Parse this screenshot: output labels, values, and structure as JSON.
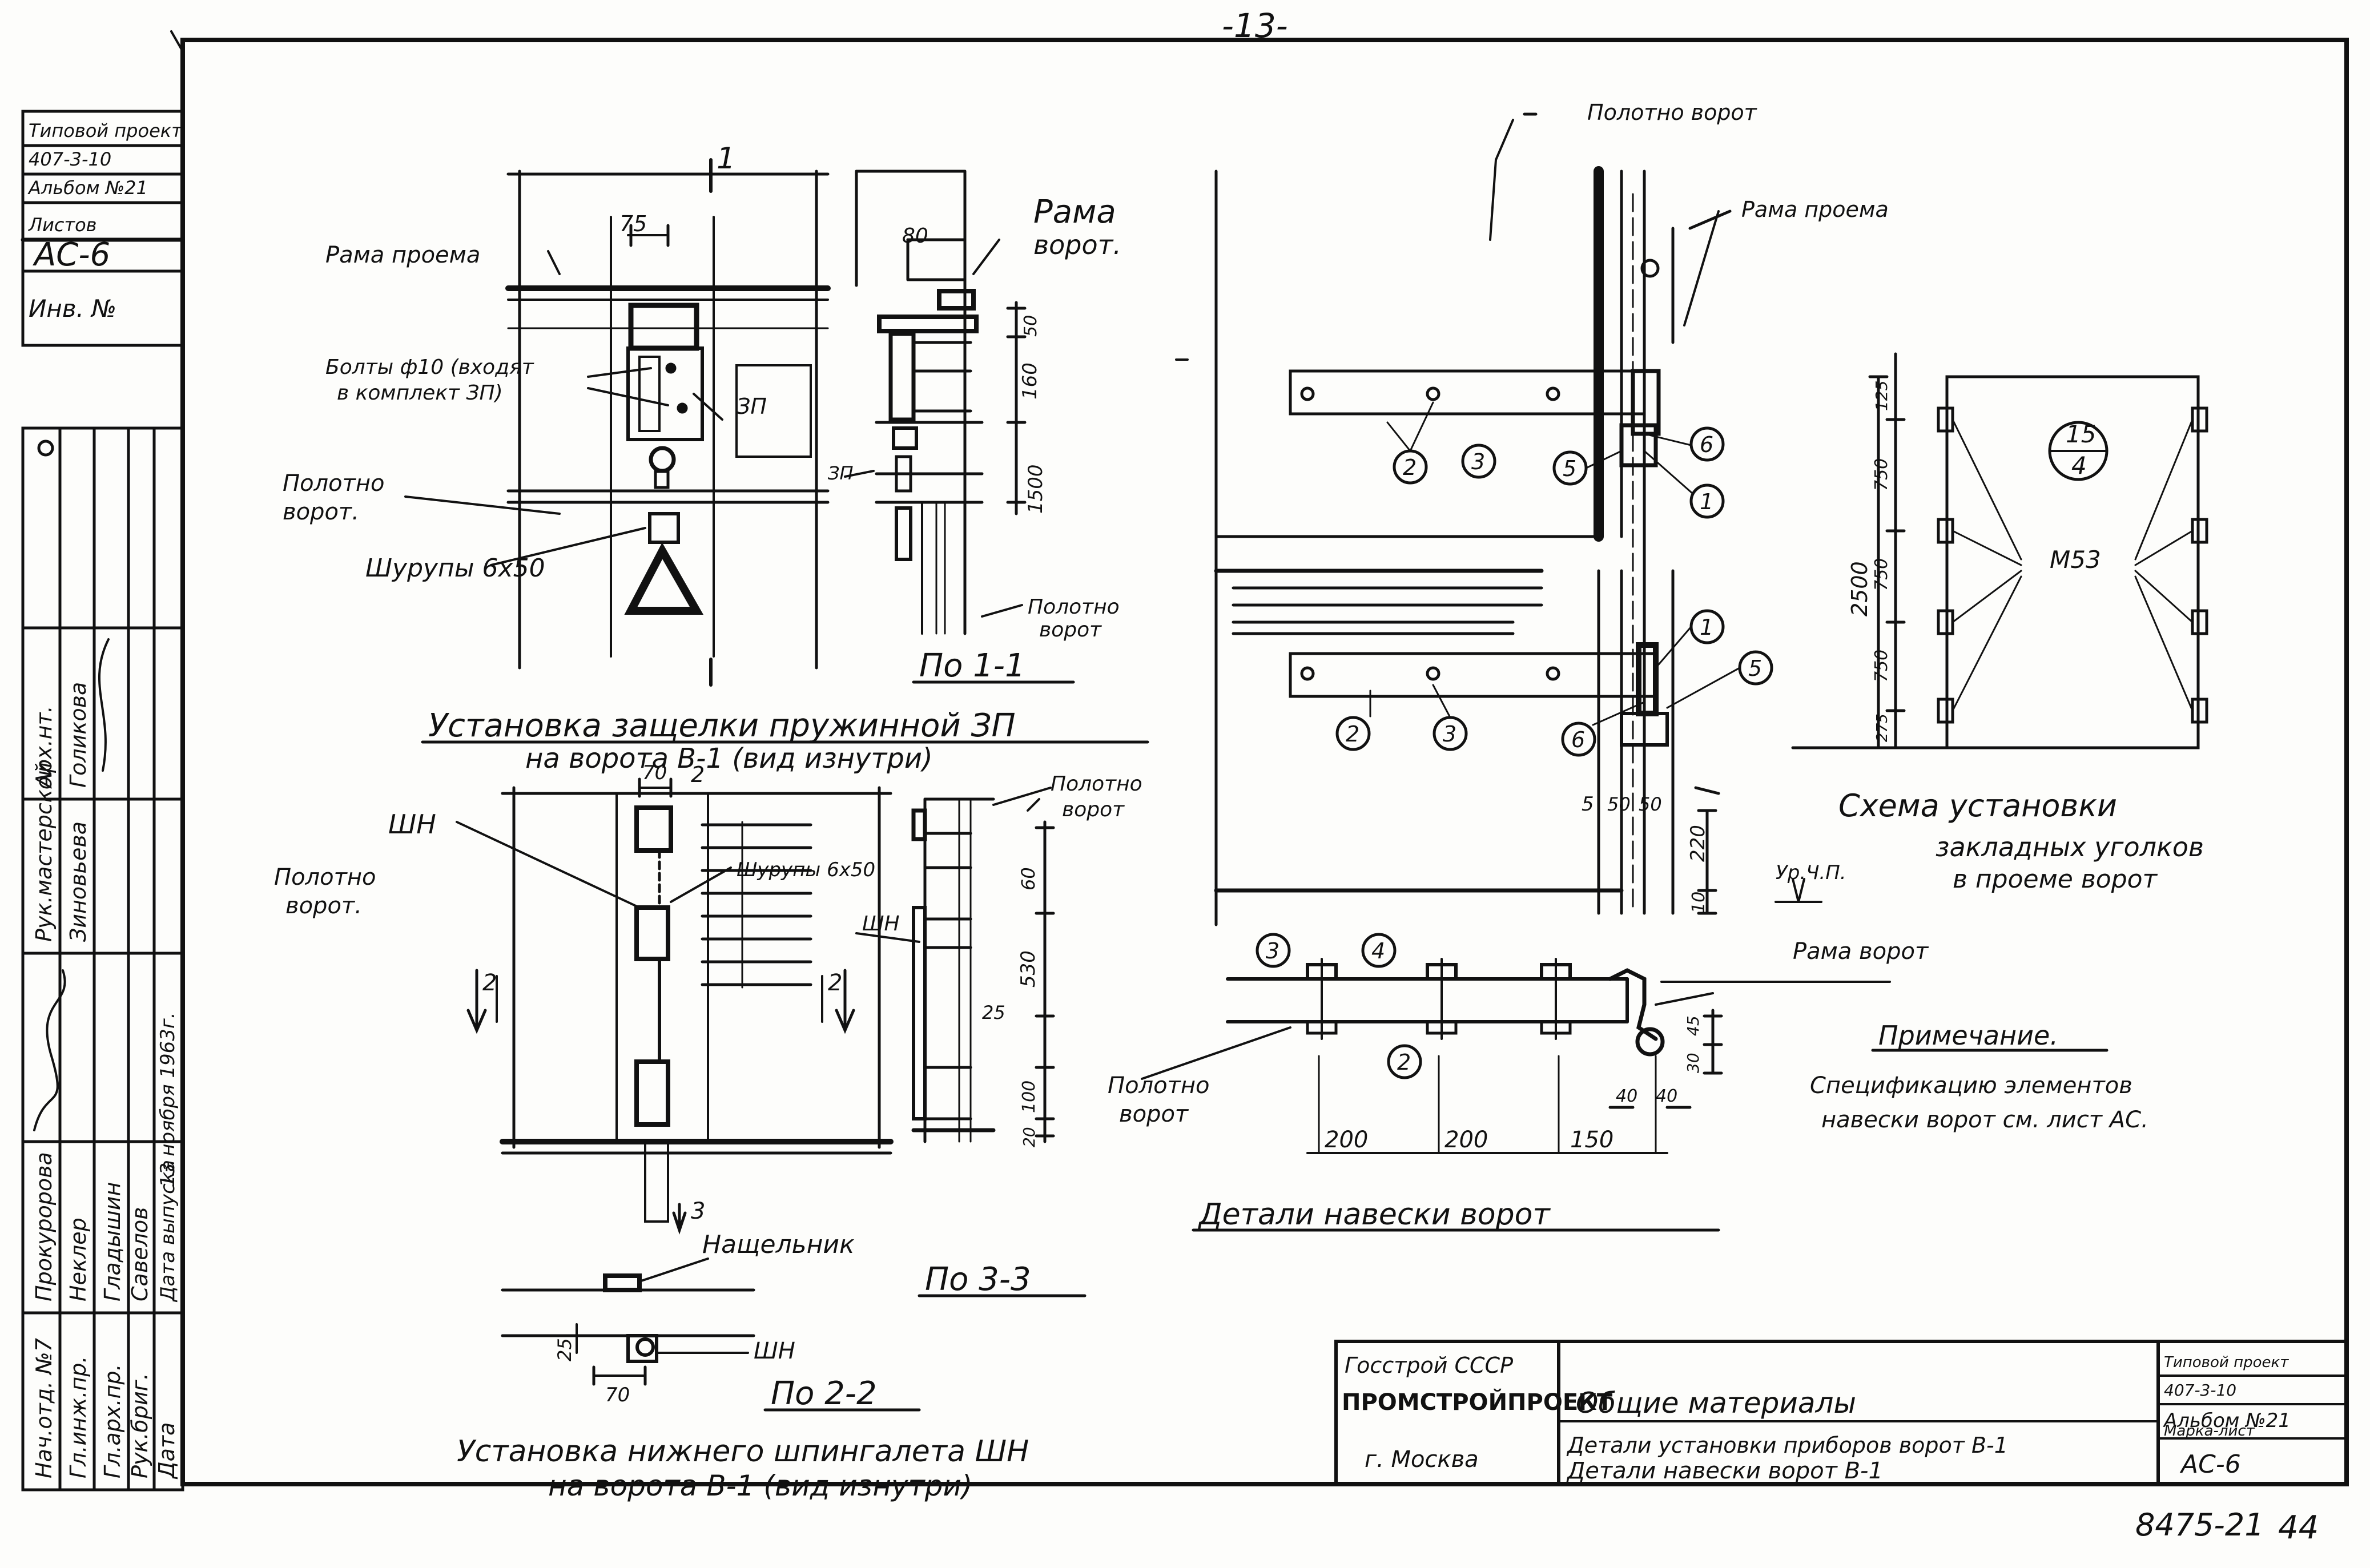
{
  "page_number": "-13-",
  "side_stamp": {
    "rows": [
      "Типовой проект",
      "407-3-10",
      "Альбом №21",
      "Листов",
      "АС-6",
      "Инв. №"
    ],
    "names": [
      "Нач.отд. №7",
      "Гл.инж.пр.",
      "Гл.арх.пр.",
      "Рук.бриг.",
      "Дата"
    ],
    "persons": [
      "Прокуророва",
      "Неклер",
      "Гладышин",
      "Савелов",
      "Дата выпуска"
    ],
    "extra": [
      "Рук.мастерской",
      "Зиновьева",
      "Арх.нт.",
      "Голикова",
      "13 ноября 1963г."
    ]
  },
  "views": {
    "v1": {
      "title": "Установка защелки пружинной ЗП",
      "subtitle": "на ворота В-1 (вид изнутри)",
      "labels": {
        "frame": "Рама проема",
        "bolts": "Болты ф10 (входят",
        "bolts2": "в комплект ЗП)",
        "zp": "ЗП",
        "leaf": "Полотно",
        "leaf2": "ворот.",
        "screws": "Шурупы 6х50",
        "dim75": "75",
        "mark1": "1"
      }
    },
    "s1": {
      "title": "По 1-1",
      "labels": {
        "frame": "Рама",
        "frame2": "ворот.",
        "zp": "ЗП",
        "leaf": "Полотно",
        "leaf2": "ворот",
        "d80": "80",
        "d50": "50",
        "d160": "160",
        "d1500": "1500"
      }
    },
    "v2": {
      "title": "Установка нижнего шпингалета ШН",
      "subtitle": "на ворота В-1 (вид изнутри)",
      "labels": {
        "shn": "ШН",
        "leaf": "Полотно",
        "leaf2": "ворот.",
        "screws": "Шурупы 6х50",
        "d70": "70",
        "d2": "2",
        "m2": "2",
        "m3": "3"
      }
    },
    "s3": {
      "title": "По 3-3",
      "labels": {
        "leaf": "Полотно",
        "leaf2": "ворот",
        "shn": "ШН",
        "d60": "60",
        "d530": "530",
        "d25": "25",
        "d100": "100",
        "d20": "20"
      }
    },
    "s2": {
      "title": "По 2-2",
      "labels": {
        "latch": "Нащельник",
        "shn": "ШН",
        "d25": "25",
        "d70": "70"
      }
    },
    "v3": {
      "title": "Детали навески ворот",
      "labels": {
        "leaf_top": "Полотно ворот",
        "frame": "Рама проема",
        "frame2": "Рама ворот",
        "leaf": "Полотно",
        "leaf2": "ворот",
        "level": "Ур.Ч.П.",
        "d5": "5",
        "d50a": "50",
        "d50b": "50",
        "d220": "220",
        "d10": "10",
        "d200a": "200",
        "d200b": "200",
        "d150": "150",
        "d40a": "40",
        "d40b": "40",
        "d30": "30",
        "d45": "45",
        "callouts": [
          "1",
          "2",
          "3",
          "4",
          "5",
          "6"
        ]
      }
    },
    "v4": {
      "title": "Схема установки",
      "subtitle": "закладных уголков",
      "subtitle2": "в проеме ворот",
      "labels": {
        "mark_top": "15",
        "mark_bottom": "4",
        "m53": "М53",
        "d2500": "2500",
        "d125": "125",
        "d750a": "750",
        "d750b": "750",
        "d750c": "750",
        "d275": "275"
      }
    }
  },
  "note": {
    "title": "Примечание.",
    "line1": "Спецификацию элементов",
    "line2": "навески ворот см. лист АС."
  },
  "title_block": {
    "org1": "Госстрой СССР",
    "org2": "ПРОМСТРОЙПРОЕКТ",
    "city": "г. Москва",
    "section": "Общие материалы",
    "line1": "Детали установки приборов ворот В-1",
    "line2": "Детали навески ворот В-1",
    "proj": "Типовой проект",
    "proj_num": "407-3-10",
    "album": "Альбом №21",
    "sheet_lbl": "Марка-лист",
    "sheet": "АС-6"
  },
  "bottom_code": "8475-21",
  "bottom_page": "44"
}
